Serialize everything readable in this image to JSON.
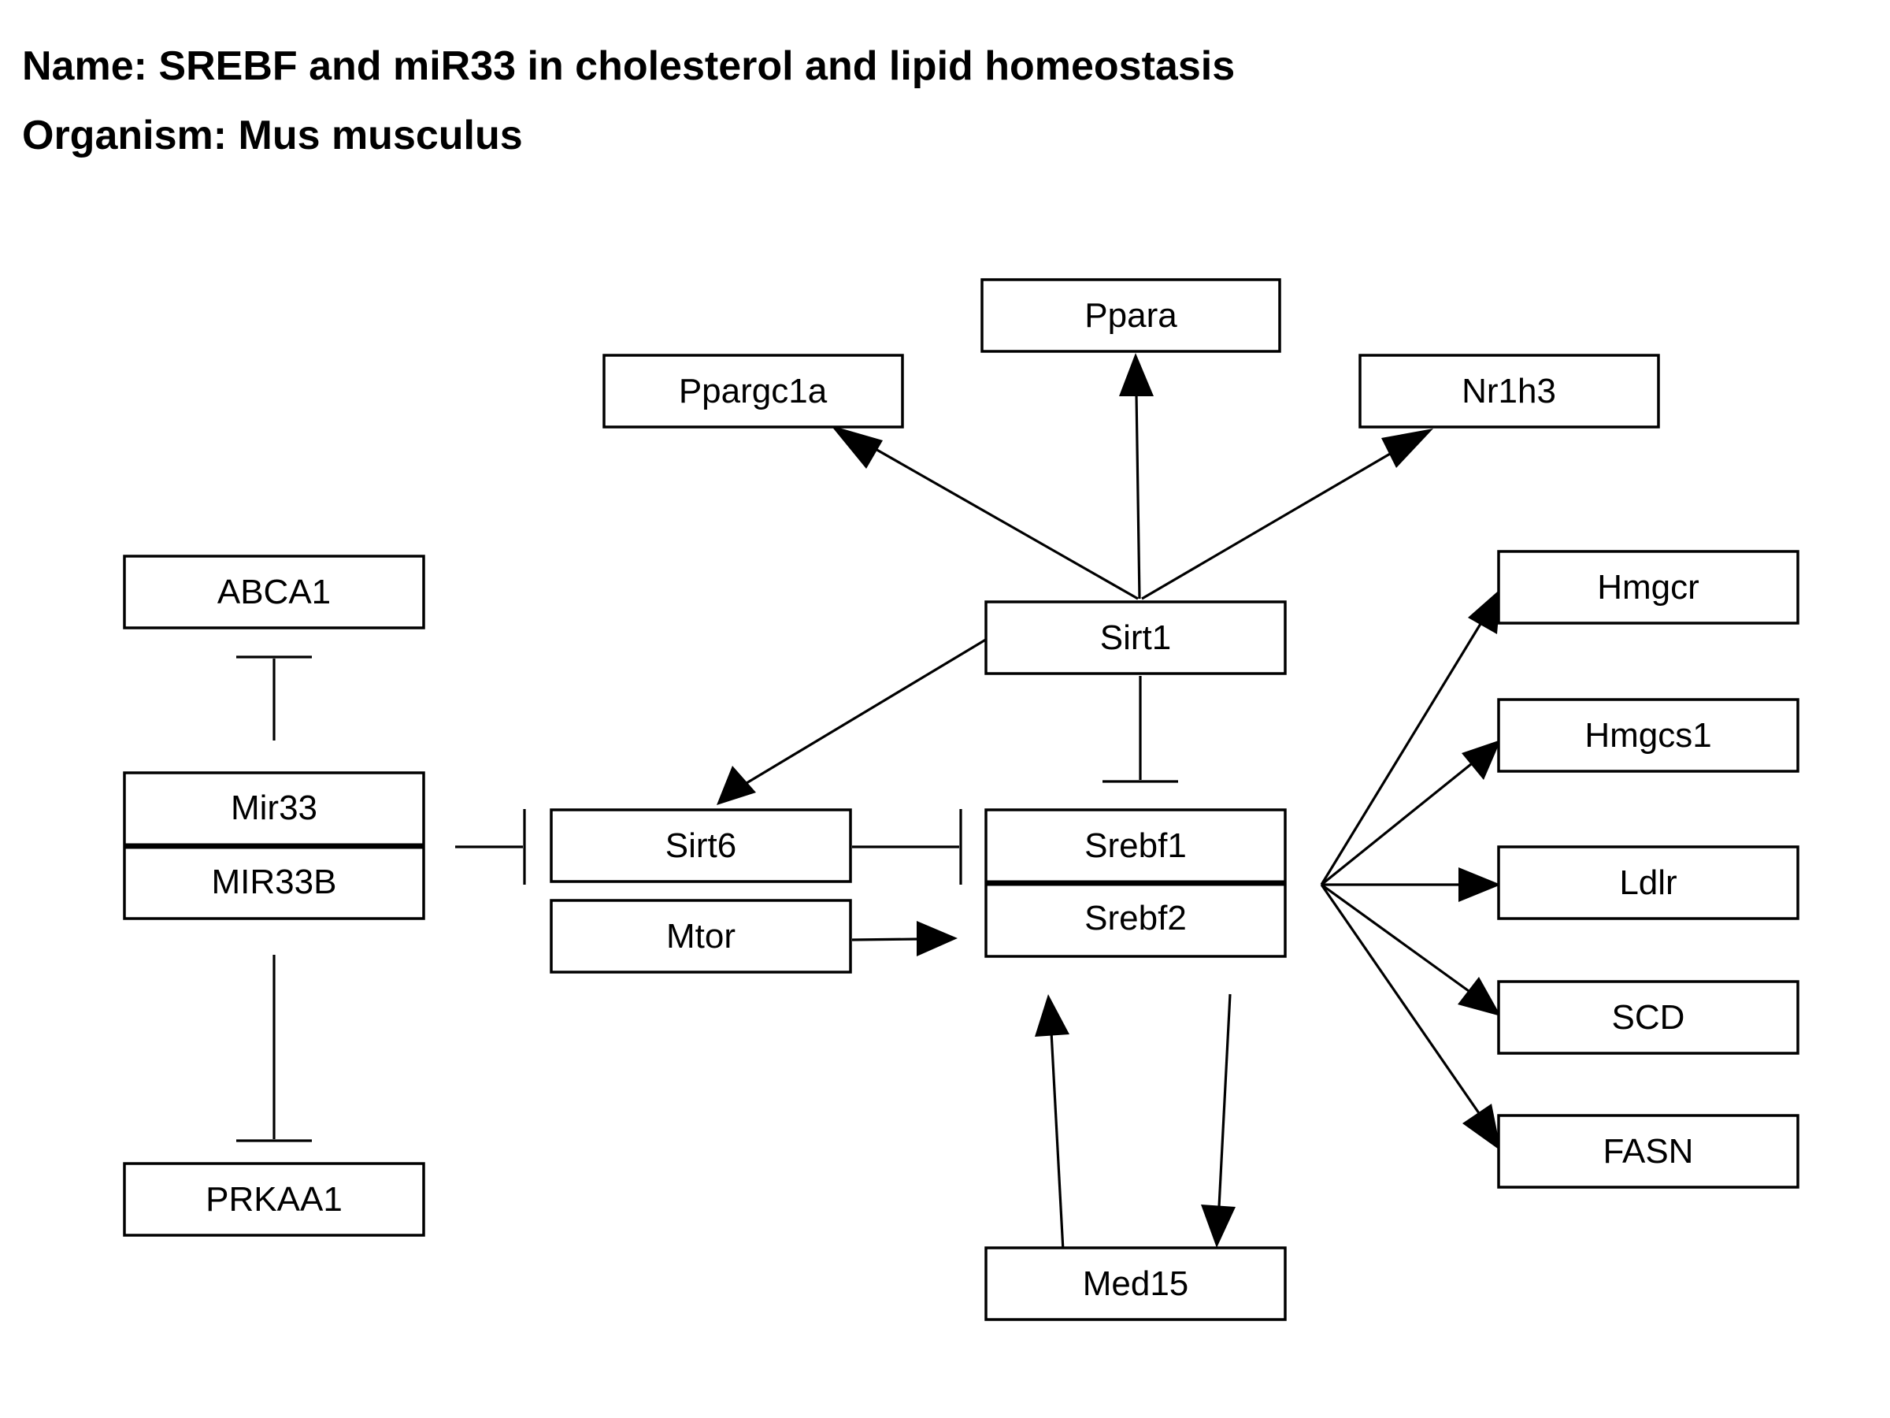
{
  "header": {
    "name": "Name: SREBF and miR33 in cholesterol and lipid homeostasis",
    "organism": "Organism: Mus musculus"
  },
  "nodes": {
    "ppara": "Ppara",
    "ppargc1a": "Ppargc1a",
    "nr1h3": "Nr1h3",
    "abca1": "ABCA1",
    "sirt1": "Sirt1",
    "hmgcr": "Hmgcr",
    "hmgcs1": "Hmgcs1",
    "mir33": "Mir33",
    "mir33b": "MIR33B",
    "sirt6": "Sirt6",
    "srebf1": "Srebf1",
    "srebf2": "Srebf2",
    "ldlr": "Ldlr",
    "mtor": "Mtor",
    "scd": "SCD",
    "fasn": "FASN",
    "prkaa1": "PRKAA1",
    "med15": "Med15"
  },
  "edges": [
    {
      "from": "Sirt1",
      "to": "Ppara",
      "type": "activation"
    },
    {
      "from": "Sirt1",
      "to": "Ppargc1a",
      "type": "activation"
    },
    {
      "from": "Sirt1",
      "to": "Nr1h3",
      "type": "activation"
    },
    {
      "from": "Sirt1",
      "to": "Sirt6",
      "type": "activation"
    },
    {
      "from": "Sirt1",
      "to": "Srebf1/Srebf2",
      "type": "inhibition"
    },
    {
      "from": "Mir33/MIR33B",
      "to": "ABCA1",
      "type": "inhibition"
    },
    {
      "from": "Mir33/MIR33B",
      "to": "PRKAA1",
      "type": "inhibition"
    },
    {
      "from": "Mir33/MIR33B",
      "to": "Sirt6",
      "type": "inhibition"
    },
    {
      "from": "Sirt6",
      "to": "Srebf1/Srebf2",
      "type": "inhibition"
    },
    {
      "from": "Mtor",
      "to": "Srebf1/Srebf2",
      "type": "activation"
    },
    {
      "from": "Med15",
      "to": "Srebf1/Srebf2",
      "type": "activation"
    },
    {
      "from": "Srebf1/Srebf2",
      "to": "Med15",
      "type": "activation"
    },
    {
      "from": "Srebf1/Srebf2",
      "to": "Hmgcr",
      "type": "activation"
    },
    {
      "from": "Srebf1/Srebf2",
      "to": "Hmgcs1",
      "type": "activation"
    },
    {
      "from": "Srebf1/Srebf2",
      "to": "Ldlr",
      "type": "activation"
    },
    {
      "from": "Srebf1/Srebf2",
      "to": "SCD",
      "type": "activation"
    },
    {
      "from": "Srebf1/Srebf2",
      "to": "FASN",
      "type": "activation"
    }
  ]
}
